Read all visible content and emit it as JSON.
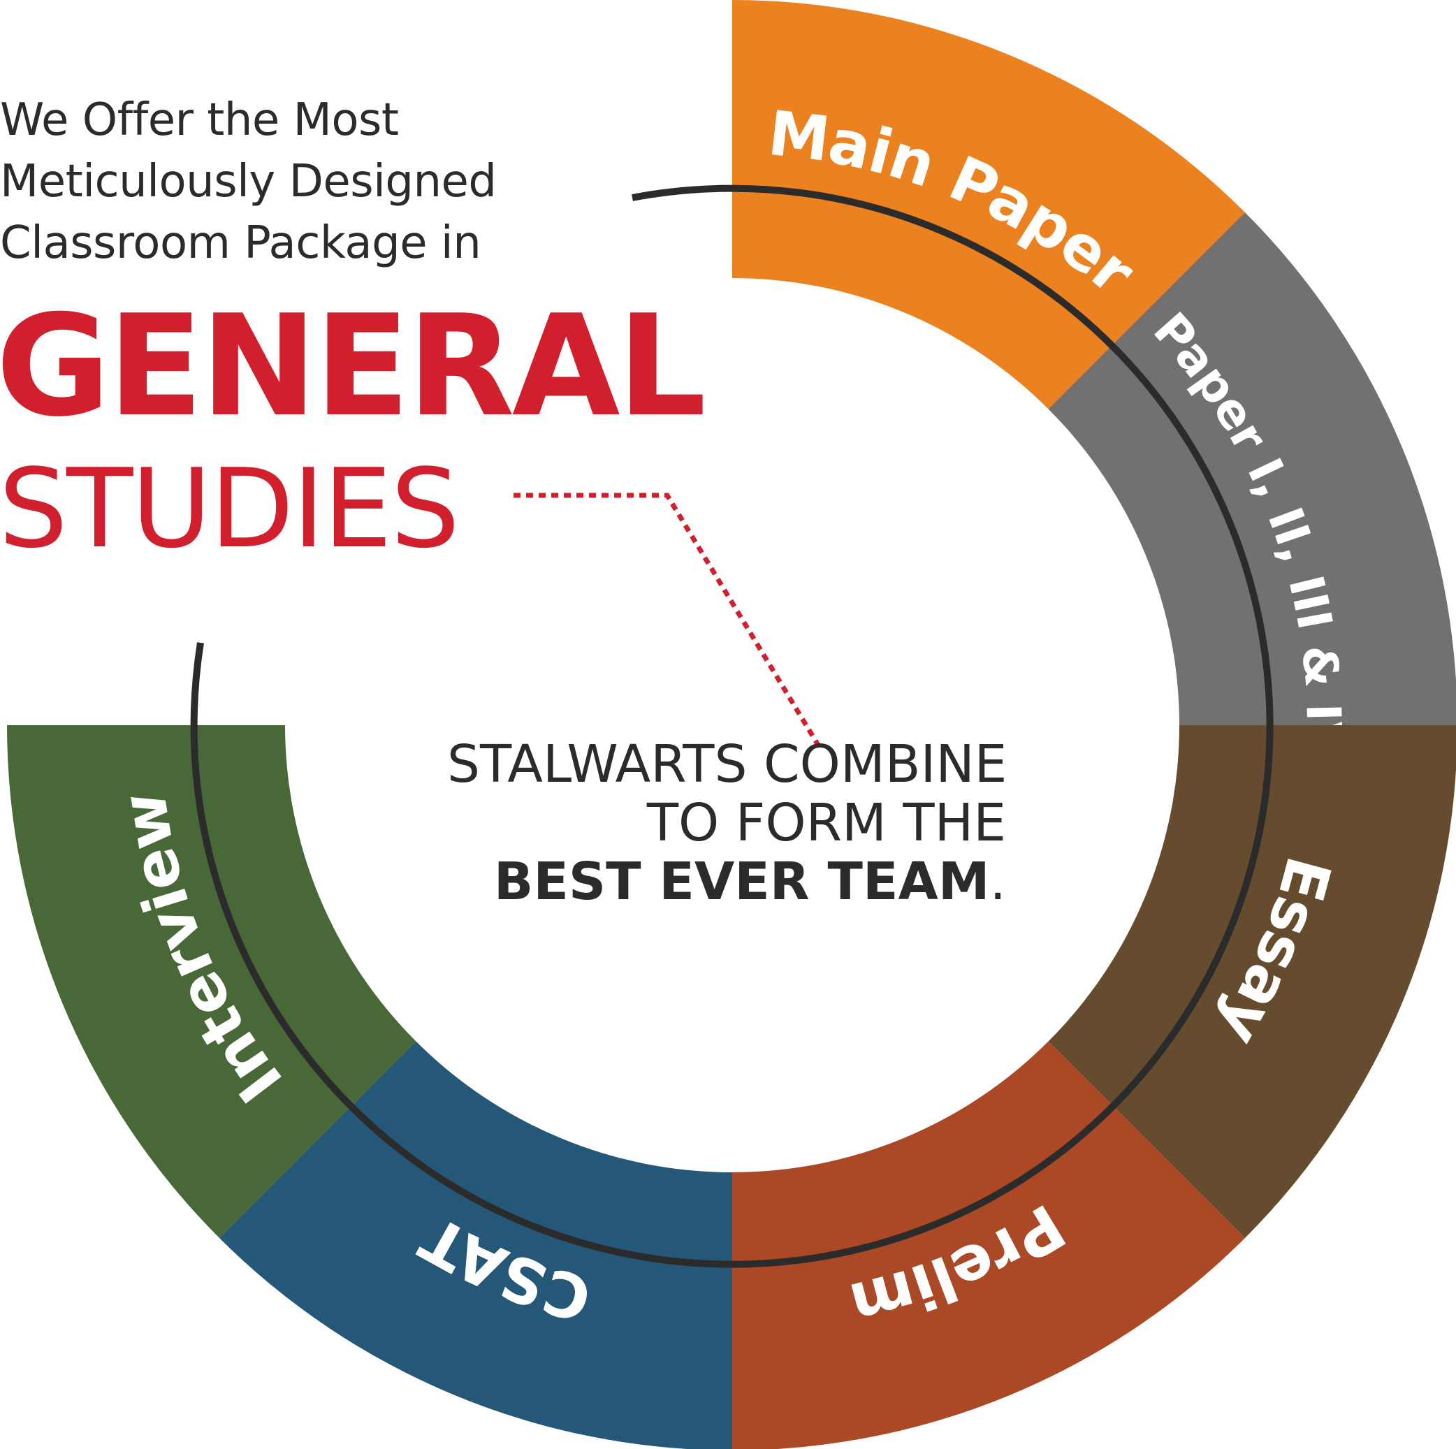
{
  "intro": {
    "line1": "We Offer the Most",
    "line2": "Meticulously Designed",
    "line3": "Classroom Package in"
  },
  "title": {
    "main": "GENERAL",
    "sub": "STUDIES"
  },
  "tagline": {
    "line1": "STALWARTS COMBINE",
    "line2": "TO FORM THE",
    "line3_bold": "BEST EVER TEAM",
    "line3_end": "."
  },
  "segments": [
    {
      "label": "Main Paper",
      "color": "#ec811f"
    },
    {
      "label": "Paper I, II, III & IV",
      "color": "#727170"
    },
    {
      "label": "Essay",
      "color": "#664c2e"
    },
    {
      "label": "Prelim",
      "color": "#ab4826"
    },
    {
      "label": "CSAT",
      "color": "#255878"
    },
    {
      "label": "Interview",
      "color": "#496838"
    }
  ],
  "colors": {
    "accent_red": "#d21f2e",
    "text_dark": "#2b2b2b",
    "arc_line": "#2b2b2b",
    "background": "#ffffff"
  }
}
